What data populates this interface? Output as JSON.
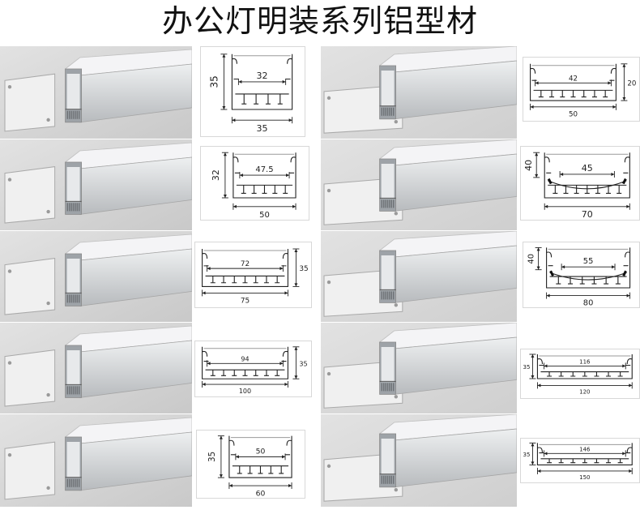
{
  "title": "办公灯明装系列铝型材",
  "colors": {
    "background": "#ffffff",
    "photo_bg_left": "#c9c9c9",
    "photo_bg_right": "#cfcfcf",
    "diffuser": "#f4f4f6",
    "aluminium": "#d2d4d6",
    "line": "#222222"
  },
  "profiles": [
    {
      "height": "35",
      "inner": "32",
      "width": "35"
    },
    {
      "height": "20",
      "inner": "42",
      "width": "50"
    },
    {
      "height": "32",
      "inner": "47.5",
      "width": "50"
    },
    {
      "height": "40",
      "inner": "45",
      "width": "70"
    },
    {
      "height": "35",
      "inner": "72",
      "width": "75"
    },
    {
      "height": "40",
      "inner": "55",
      "width": "80"
    },
    {
      "height": "35",
      "inner": "94",
      "width": "100"
    },
    {
      "height": "35",
      "inner": "116",
      "width": "120"
    },
    {
      "height": "35",
      "inner": "50",
      "width": "60"
    },
    {
      "height": "35",
      "inner": "146",
      "width": "150"
    }
  ]
}
